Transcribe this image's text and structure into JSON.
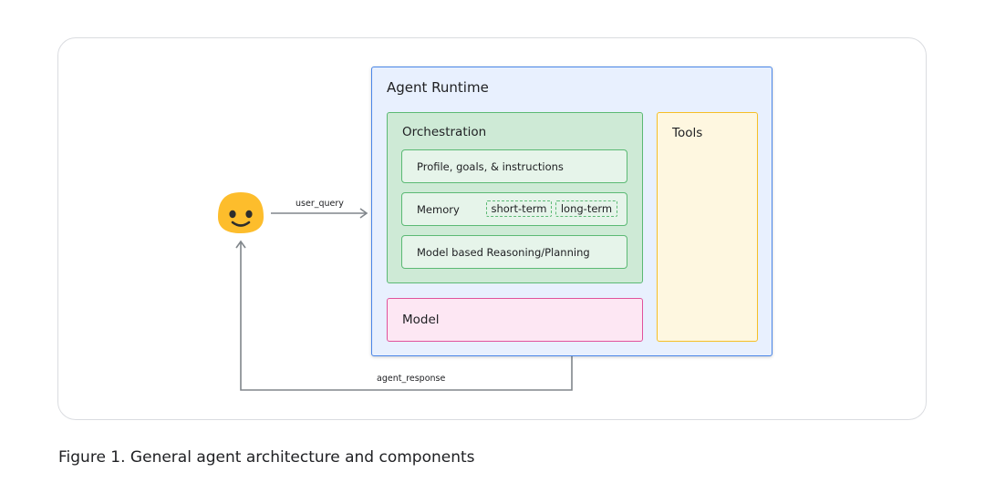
{
  "diagram": {
    "agent_runtime": {
      "title": "Agent Runtime"
    },
    "orchestration": {
      "title": "Orchestration",
      "profile_label": "Profile, goals, & instructions",
      "memory": {
        "label": "Memory",
        "short_term": "short-term",
        "long_term": "long-term"
      },
      "reasoning_label": "Model based Reasoning/Planning"
    },
    "model": {
      "label": "Model"
    },
    "tools": {
      "title": "Tools"
    },
    "edges": {
      "user_query": "user_query",
      "agent_response": "agent_response"
    },
    "user": {
      "icon": "smiley-face-icon"
    }
  },
  "caption": "Figure 1. General agent architecture and components",
  "colors": {
    "runtime_border": "#4a86e8",
    "runtime_fill": "#e8f0fe",
    "orchestration_border": "#5bb974",
    "orchestration_fill": "#ceead6",
    "model_border": "#e0529c",
    "model_fill": "#fde7f3",
    "tools_border": "#f6bf26",
    "tools_fill": "#fef7e0",
    "smiley_fill": "#fdbd2c"
  }
}
